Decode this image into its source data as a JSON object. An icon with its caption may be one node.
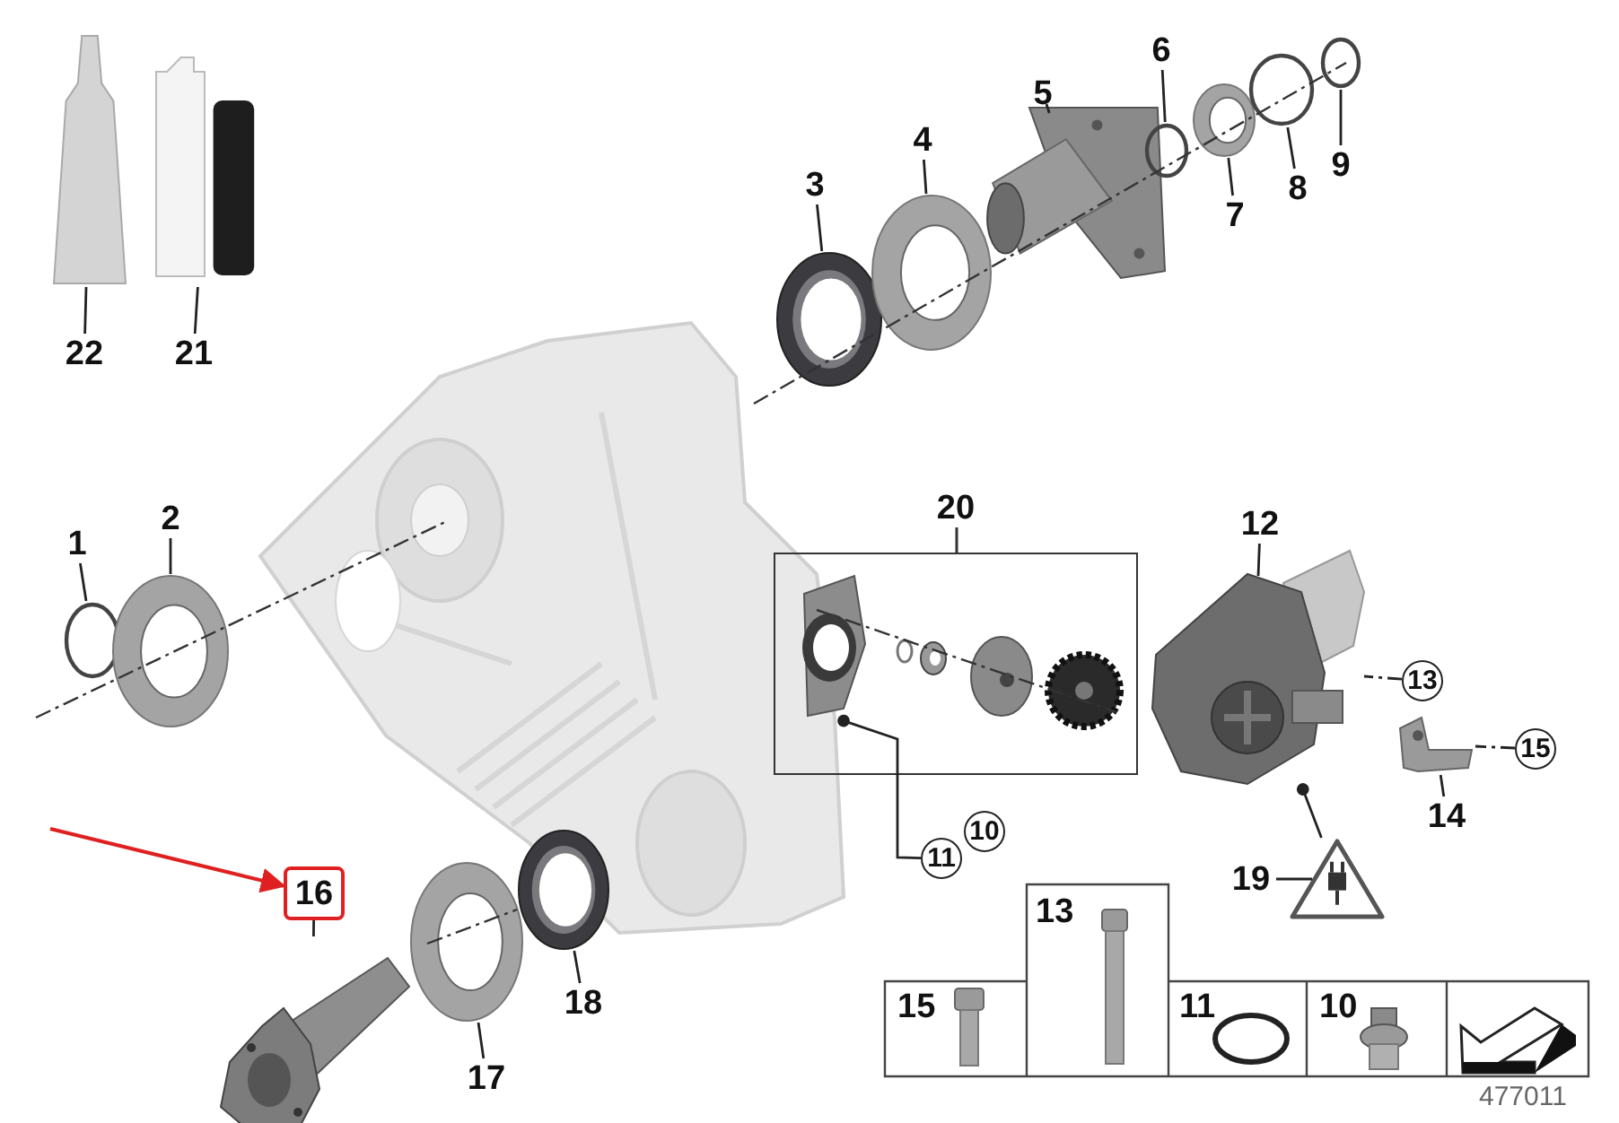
{
  "diagram": {
    "nodes": [
      {
        "text": [
          "22"
        ]
      },
      {
        "text": [],
        "shape": "picture"
      },
      {
        "text": [
          "21"
        ]
      },
      {
        "text": [],
        "shape": "picture"
      },
      {
        "text": [
          "3"
        ]
      },
      {
        "text": [],
        "shape": "picture"
      },
      {
        "text": [
          "4"
        ]
      },
      {
        "text": [],
        "shape": "picture"
      },
      {
        "text": [
          "5"
        ]
      },
      {
        "text": [],
        "shape": "picture"
      },
      {
        "text": [
          "6"
        ]
      },
      {
        "text": [],
        "shape": "circle"
      },
      {
        "text": [
          "7"
        ]
      },
      {
        "text": [],
        "shape": "picture"
      },
      {
        "text": [
          "8"
        ]
      },
      {
        "text": [],
        "shape": "circle"
      },
      {
        "text": [
          "9"
        ]
      },
      {
        "text": [],
        "shape": "circle"
      },
      {
        "text": [
          "1"
        ]
      },
      {
        "text": [],
        "shape": "circle"
      },
      {
        "text": [
          "2"
        ]
      },
      {
        "text": [],
        "shape": "picture"
      },
      {
        "text": [],
        "shape": "picture"
      },
      {
        "text": [
          "20"
        ]
      },
      {
        "text": [],
        "shape": "picture",
        "in": 23
      },
      {
        "text": [
          "12"
        ]
      },
      {
        "text": [],
        "shape": "picture"
      },
      {
        "text": [
          "13"
        ]
      },
      {
        "text": [
          "15"
        ]
      },
      {
        "text": [
          "14"
        ]
      },
      {
        "text": [],
        "shape": "picture"
      },
      {
        "text": [
          "19"
        ]
      },
      {
        "text": [],
        "shape": "picture"
      },
      {
        "text": [
          "11"
        ]
      },
      {
        "text": [
          "10"
        ]
      },
      {
        "text": [
          "16"
        ]
      },
      {
        "text": [],
        "shape": "picture"
      },
      {
        "text": [
          "17"
        ]
      },
      {
        "text": [],
        "shape": "picture"
      },
      {
        "text": [
          "18"
        ]
      },
      {
        "text": [],
        "shape": "picture"
      }
    ],
    "edges": [
      {
        "from": 0,
        "to": 1,
        "arrow": "none"
      },
      {
        "from": 2,
        "to": 3,
        "arrow": "none"
      },
      {
        "from": 4,
        "to": 5,
        "arrow": "none"
      },
      {
        "from": 6,
        "to": 7,
        "arrow": "none"
      },
      {
        "from": 8,
        "to": 9,
        "arrow": "none"
      },
      {
        "from": 10,
        "to": 11,
        "arrow": "none"
      },
      {
        "from": 12,
        "to": 13,
        "arrow": "none"
      },
      {
        "from": 14,
        "to": 15,
        "arrow": "none"
      },
      {
        "from": 16,
        "to": 17,
        "arrow": "none"
      },
      {
        "from": 18,
        "to": 19,
        "arrow": "none"
      },
      {
        "from": 20,
        "to": 21,
        "arrow": "none"
      },
      {
        "from": 25,
        "to": 26,
        "arrow": "none"
      },
      {
        "from": 27,
        "to": 26,
        "arrow": "none",
        "style": "dashed"
      },
      {
        "from": 28,
        "to": 30,
        "arrow": "none",
        "style": "dashed"
      },
      {
        "from": 29,
        "to": 30,
        "arrow": "none"
      },
      {
        "from": 31,
        "to": 32,
        "arrow": "none"
      },
      {
        "from": 32,
        "to": 26,
        "arrow": "other"
      },
      {
        "from": 33,
        "to": 22,
        "arrow": "other"
      },
      {
        "from": 35,
        "to": 36,
        "arrow": "none"
      },
      {
        "from": 37,
        "to": 38,
        "arrow": "none"
      },
      {
        "from": 39,
        "to": 40,
        "arrow": "none"
      },
      {
        "from": null,
        "to": 35,
        "arrow": "to",
        "color": "#e02020"
      }
    ],
    "labels": [
      "13",
      "15",
      "11",
      "10",
      "477011"
    ]
  }
}
